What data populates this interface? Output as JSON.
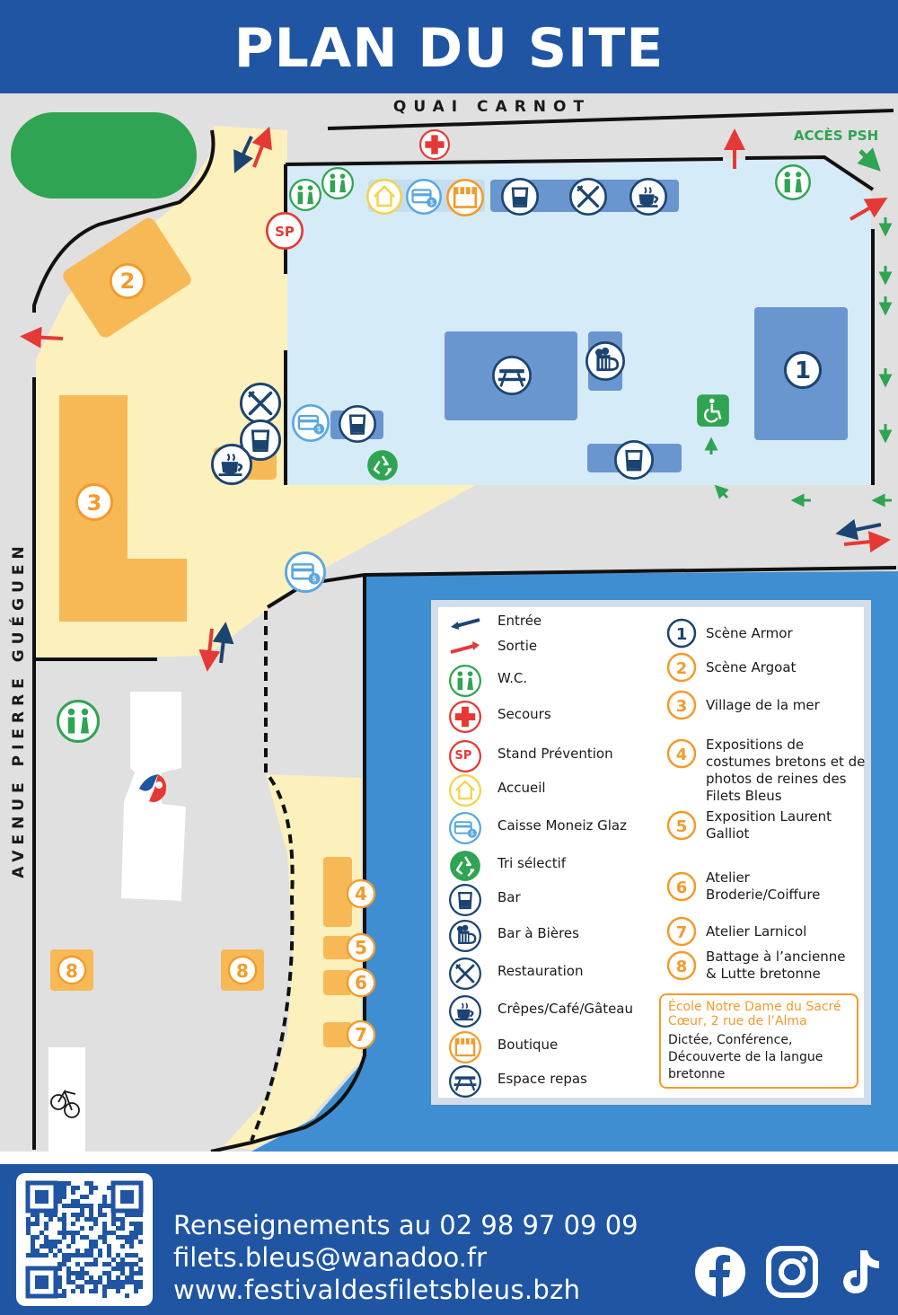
{
  "title": "PLAN DU SITE",
  "streets": {
    "top": "QUAI CARNOT",
    "left": "AVENUE PIERRE GUÉGUEN",
    "psh": "ACCÈS PSH"
  },
  "map_markers": {
    "sp": "SP",
    "zones": [
      "1",
      "2",
      "3",
      "4",
      "5",
      "6",
      "7",
      "8"
    ]
  },
  "legend": {
    "left": [
      {
        "icon": "entree-arrow-icon",
        "label": "Entrée"
      },
      {
        "icon": "sortie-arrow-icon",
        "label": "Sortie"
      },
      {
        "icon": "wc-icon",
        "label": "W.C."
      },
      {
        "icon": "secours-cross-icon",
        "label": "Secours"
      },
      {
        "icon": "stand-prevention-icon",
        "label": "Stand Prévention"
      },
      {
        "icon": "accueil-house-icon",
        "label": "Accueil"
      },
      {
        "icon": "caisse-card-icon",
        "label": "Caisse Moneiz Glaz"
      },
      {
        "icon": "recycle-icon",
        "label": "Tri sélectif"
      },
      {
        "icon": "bar-glass-icon",
        "label": "Bar"
      },
      {
        "icon": "beer-mug-icon",
        "label": "Bar à Bières"
      },
      {
        "icon": "fork-knife-icon",
        "label": "Restauration"
      },
      {
        "icon": "coffee-cup-icon",
        "label": "Crêpes/Café/Gâteau"
      },
      {
        "icon": "shop-awning-icon",
        "label": "Boutique"
      },
      {
        "icon": "picnic-table-icon",
        "label": "Espace repas"
      }
    ],
    "right": [
      {
        "num": "1",
        "label": "Scène Armor"
      },
      {
        "num": "2",
        "label": "Scène Argoat"
      },
      {
        "num": "3",
        "label": "Village de la mer"
      },
      {
        "num": "4",
        "label": "Expositions de costumes bretons et de photos de reines des Filets Bleus"
      },
      {
        "num": "5",
        "label": "Exposition Laurent Galliot"
      },
      {
        "num": "6",
        "label": "Atelier Broderie/Coiffure"
      },
      {
        "num": "7",
        "label": "Atelier Larnicol"
      },
      {
        "num": "8",
        "label": "Battage à l’ancienne & Lutte bretonne"
      }
    ],
    "ecole": {
      "title": "École Notre Dame du Sacré Cœur, 2 rue de l’Alma",
      "desc": "Dictée, Conférence, Découverte de la langue bretonne"
    }
  },
  "footer": {
    "phone": "Renseignements au 02 98 97 09 09",
    "email": "filets.bleus@wanadoo.fr",
    "web": "www.festivaldesfiletsbleus.bzh",
    "social": [
      "facebook-icon",
      "instagram-icon",
      "tiktok-icon"
    ]
  },
  "colors": {
    "header": "#1f55a2",
    "road": "#e0e0e0",
    "zone_yellow": "#fcf0bc",
    "zone_blue": "#d6ebf8",
    "water": "#3f8ed2",
    "stand": "#6a96cf",
    "orange": "#f7b955",
    "green": "#2fa452",
    "red": "#e53935",
    "navy": "#1c4470"
  }
}
